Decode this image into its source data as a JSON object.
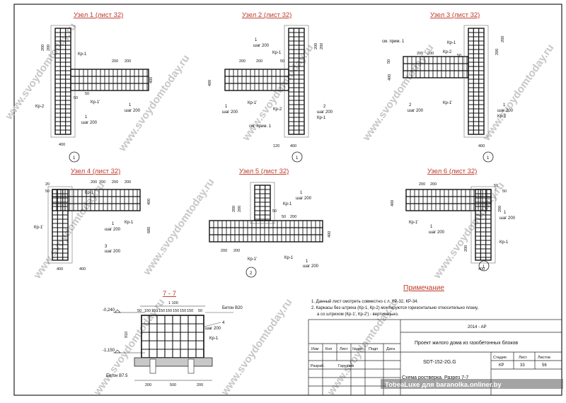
{
  "watermark": "www.svoydomtoday.ru",
  "nodes": [
    {
      "title": "Узел 1 (лист 32)",
      "axis": "1",
      "dims": [
        "200",
        "200",
        "200",
        "200",
        "400",
        "400",
        "50",
        "50"
      ],
      "labels": [
        "Кр-1",
        "Кр-2",
        "Кр-1'",
        "шаг 200",
        "шаг 200",
        "1",
        "1"
      ]
    },
    {
      "title": "Узел 2 (лист 32)",
      "axis": "1",
      "dims": [
        "400",
        "400",
        "120",
        "50",
        "200",
        "200",
        "200",
        "200"
      ],
      "labels": [
        "Кр-1",
        "Кр-1'",
        "Кр-2",
        "Кр-1",
        "шаг 200",
        "шаг 200",
        "шаг 200",
        "см. прим. 1",
        "1",
        "1",
        "2"
      ]
    },
    {
      "title": "Узел 3 (лист 32)",
      "axis": "1",
      "dims": [
        "200",
        "200",
        "200",
        "200",
        "400",
        "400",
        "50",
        "50"
      ],
      "labels": [
        "см. прим. 1",
        "Кр-1",
        "Кр-2",
        "Кр-1'",
        "Кр-1",
        "шаг 200",
        "шаг 200",
        "1",
        "2"
      ]
    },
    {
      "title": "Узел 4 (лист 32)",
      "axis": "1",
      "dims": [
        "200",
        "200",
        "200",
        "200",
        "400",
        "400",
        "400",
        "680",
        "20",
        "50"
      ],
      "labels": [
        "Кр-1",
        "Кр-1'",
        "Кр-1",
        "шаг 200",
        "шаг 200",
        "1",
        "3"
      ]
    },
    {
      "title": "Узел 5 (лист 32)",
      "axis": "2",
      "dims": [
        "200",
        "200",
        "200",
        "200",
        "200",
        "400",
        "50",
        "50"
      ],
      "labels": [
        "Кр-1",
        "Кр-1'",
        "Кр-1",
        "шаг 200",
        "шаг 200",
        "1",
        "1"
      ]
    },
    {
      "title": "Узел 6 (лист 32)",
      "axis": "1",
      "dims": [
        "200",
        "200",
        "200",
        "200",
        "400",
        "400",
        "50",
        "50"
      ],
      "labels": [
        "Кр-1'",
        "Кр-1",
        "шаг 200",
        "шаг 200",
        "1",
        "1"
      ]
    }
  ],
  "section": {
    "title": "7 - 7",
    "elev_top": "-0,240",
    "elev_bottom": "-1,150",
    "dim_top": "1 100",
    "dims_top": [
      "50",
      "150",
      "150",
      "150",
      "150",
      "150",
      "150",
      "150",
      "50"
    ],
    "dim_height": "910",
    "dims_bottom": [
      "200",
      "500",
      "200"
    ],
    "concrete_top": "Бетон В20",
    "concrete_bottom": "Бетон В7.5",
    "labels": [
      "4",
      "шаг 200",
      "Кр-1"
    ]
  },
  "notes": {
    "title": "Примечание",
    "lines": [
      "1. Данный лист смотреть совместно с л. КР-32, КР-34.",
      "2. Каркасы без штриха (Кр-1, Кр-2) монтируются горизонтально относительно плану,",
      "а со штрихом (Кр-1', Кр-2') - вертикально."
    ]
  },
  "title_block": {
    "year_code": "2014 - АР",
    "project": "Проект жилого дома из газобетонных блоков",
    "doc_code": "SDT-152-2G.G",
    "columns": [
      "Изм",
      "Кол",
      "Лист",
      "№док",
      "Подп",
      "Дата"
    ],
    "stage_label": "Стадия",
    "sheet_label": "Лист",
    "sheets_label": "Листов",
    "stage": "КР",
    "sheet": "33",
    "sheets": "56",
    "developer_label": "Разраб.",
    "developer": "Гарушин",
    "sheet_title": "Схема ростверка. Разрез 7-7"
  },
  "footer_watermark": "TobeaLuxe для baranolka.onliner.by"
}
